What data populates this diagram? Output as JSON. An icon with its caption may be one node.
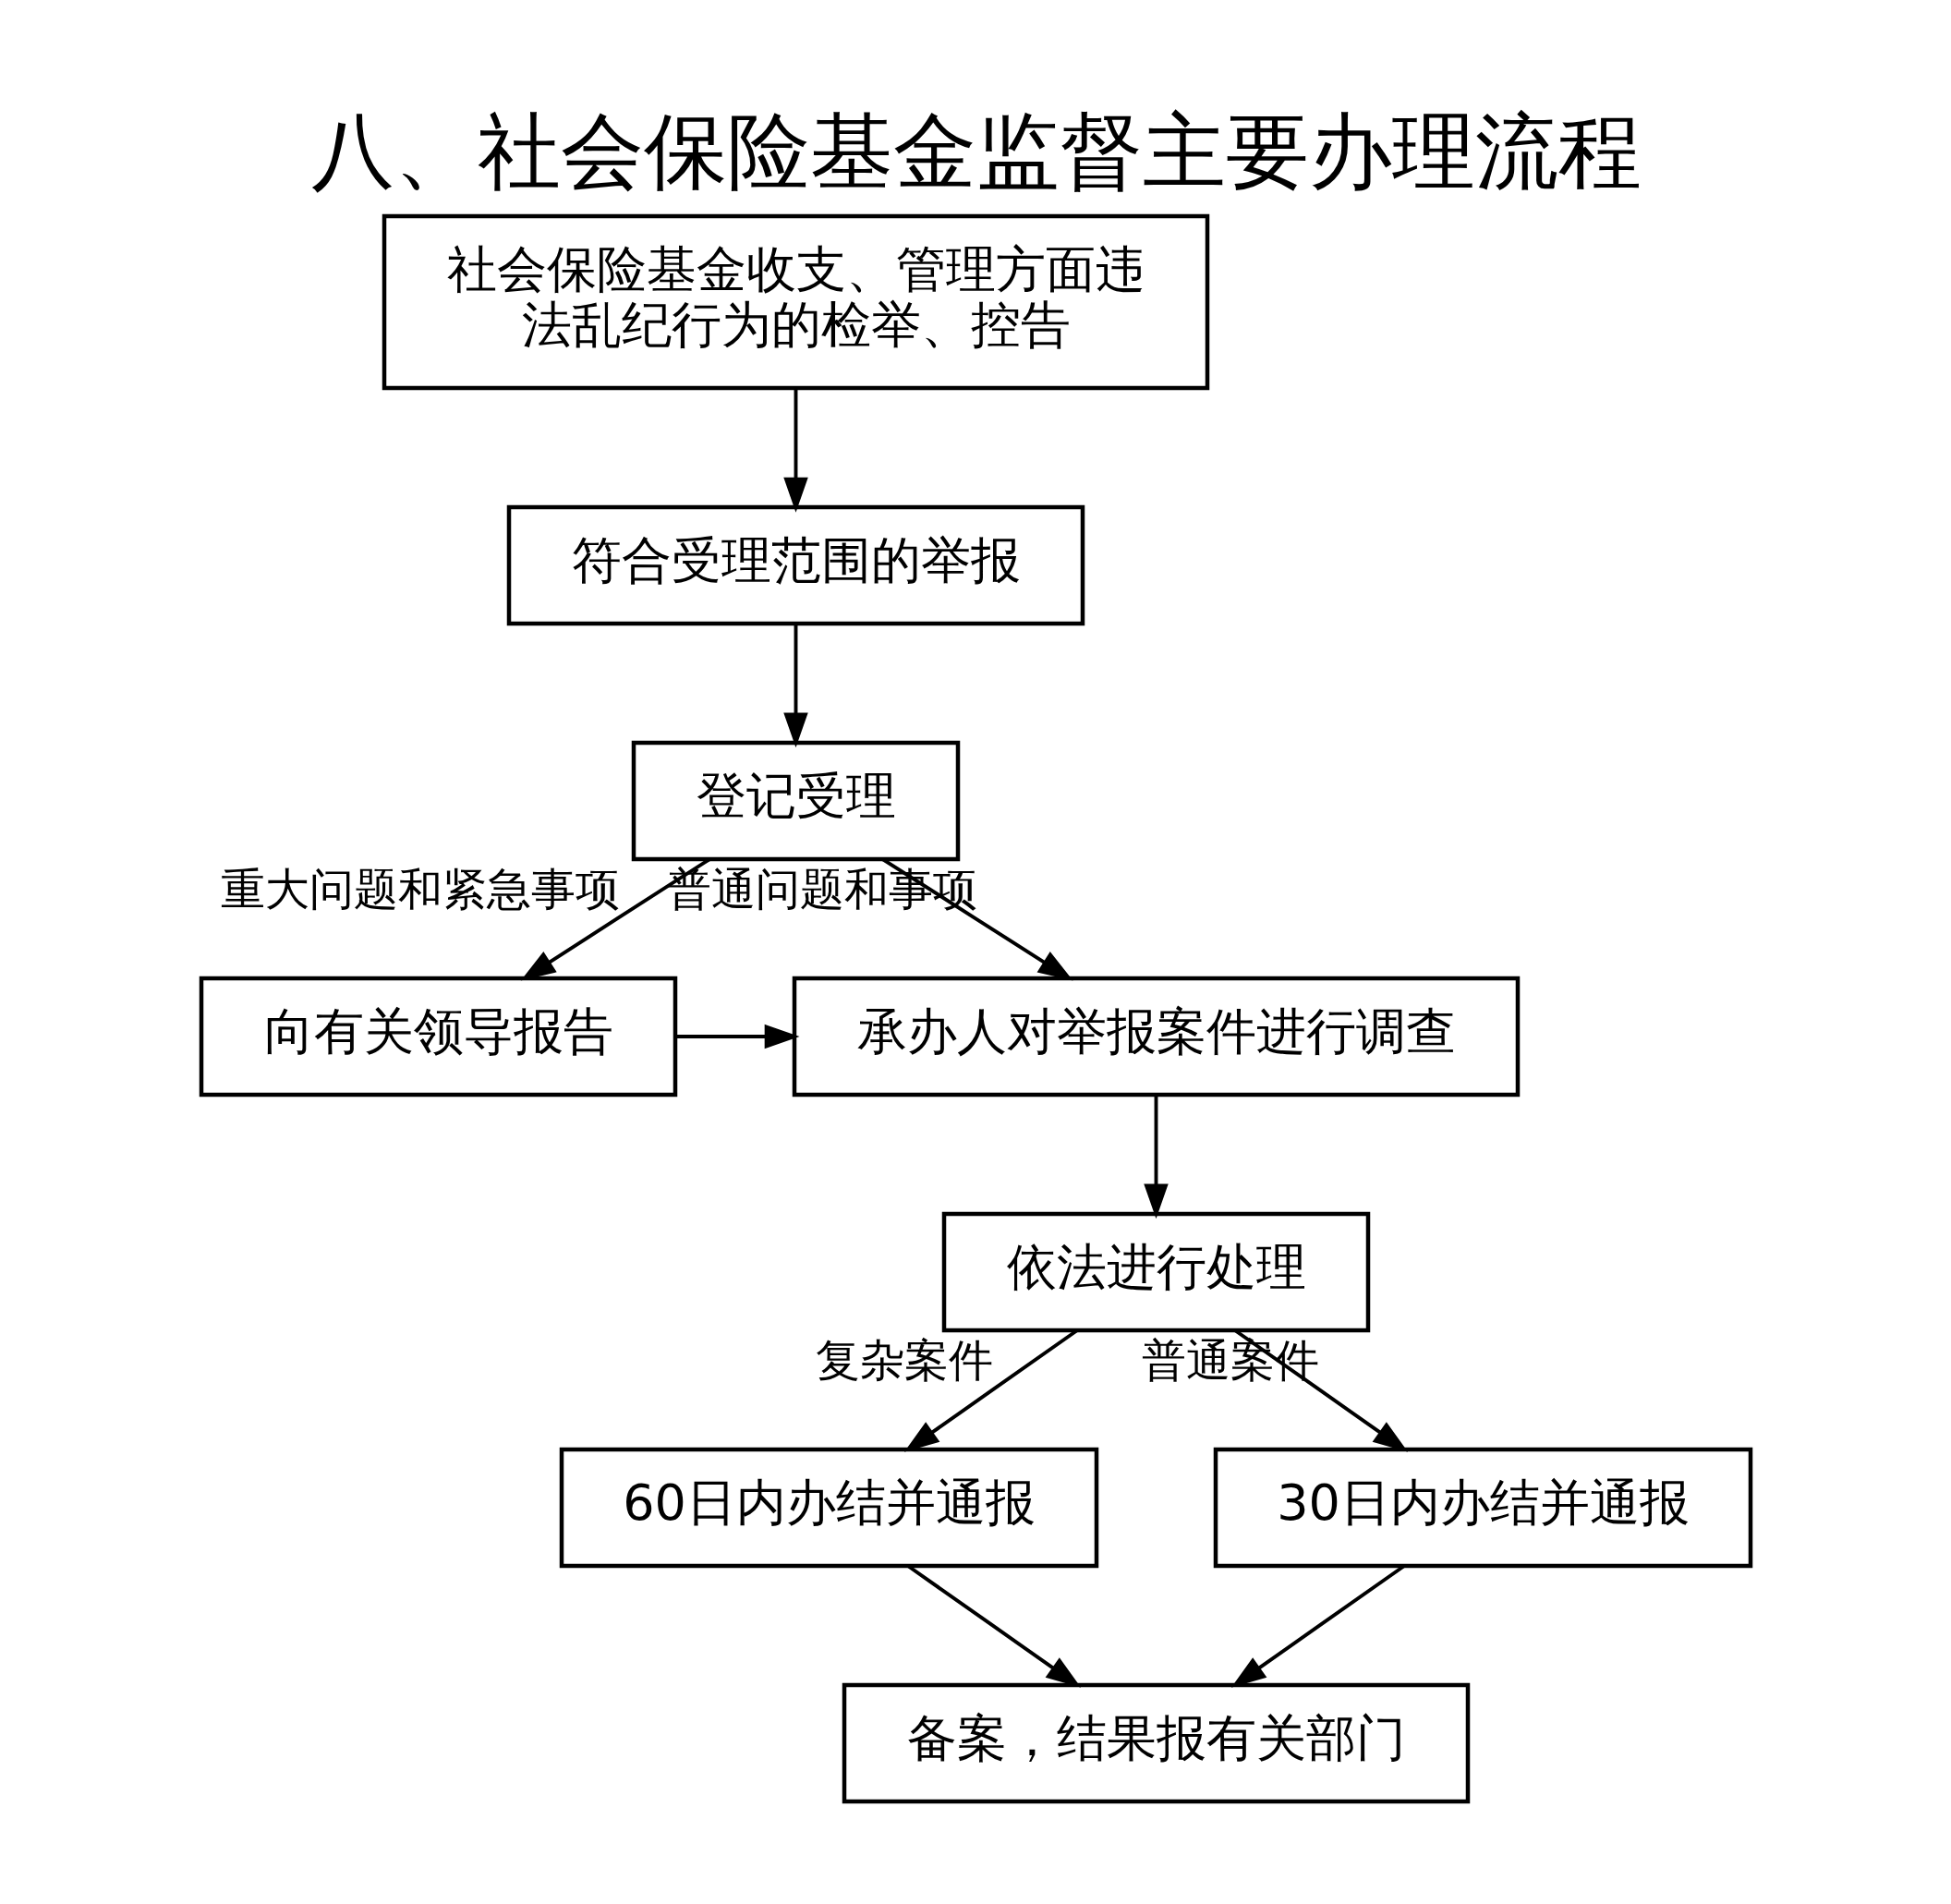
{
  "diagram": {
    "title": "八、社会保险基金监督主要办理流程",
    "nodes": [
      {
        "text": [
          "社会保险基金收支、管理方面违法乱纪行为的检举、控告"
        ]
      },
      {
        "text": [
          "符合受理范围的举报"
        ]
      },
      {
        "text": [
          "登记受理"
        ]
      },
      {
        "text": [
          "向有关领导报告"
        ]
      },
      {
        "text": [
          "承办人对举报案件进行调查"
        ]
      },
      {
        "text": [
          "依法进行处理"
        ]
      },
      {
        "text": [
          "60日内办结并通报"
        ]
      },
      {
        "text": [
          "30日内办结并通报"
        ]
      },
      {
        "text": [
          "备案，结果报有关部门"
        ]
      }
    ],
    "edges": [
      {
        "from": 0,
        "to": 1,
        "arrow": "to"
      },
      {
        "from": 1,
        "to": 2,
        "arrow": "to"
      },
      {
        "from": 2,
        "to": 3,
        "arrow": "to",
        "label": "重大问题和紧急事项"
      },
      {
        "from": 2,
        "to": 4,
        "arrow": "to",
        "label": "普通问题和事项"
      },
      {
        "from": 3,
        "to": 4,
        "arrow": "to"
      },
      {
        "from": 4,
        "to": 5,
        "arrow": "to"
      },
      {
        "from": 5,
        "to": 6,
        "arrow": "to",
        "label": "复杂案件"
      },
      {
        "from": 5,
        "to": 7,
        "arrow": "to",
        "label": "普通案件"
      },
      {
        "from": 6,
        "to": 8,
        "arrow": "to"
      },
      {
        "from": 7,
        "to": 8,
        "arrow": "to"
      }
    ]
  }
}
